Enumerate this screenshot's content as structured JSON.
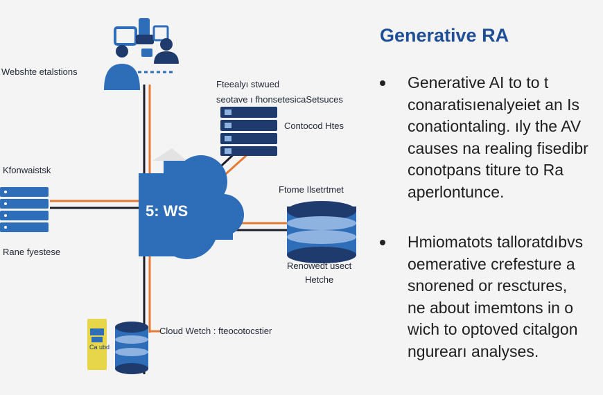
{
  "slide": {
    "title": "Generative RA",
    "bullets": [
      {
        "lines": [
          "Generative  AI  to  to  t",
          "conaratisıenalyeiet  an  Is",
          "conationtaling. ıly the AV",
          "causes na realing fisedibr",
          "conotpans  titure  to  Ra",
          "aperlontunce."
        ]
      },
      {
        "lines": [
          "Hmiomatots talloratdıbvs",
          "oemerative crefesture  a",
          "snorened or resctures,",
          "ne about imemtons in o",
          "wich to optoved citalgon",
          "ngurearı analyses."
        ]
      }
    ]
  },
  "diagram": {
    "center_label": "5: WS",
    "labels": {
      "website": "Webshte etalstions",
      "top_right_1": "Fteealyı stwued",
      "top_right_2": "seotave ı fhonsetesicaSetsuces",
      "contoc": "Contocod Htes",
      "kfon": "Kfonwaistsk",
      "rane": "Rane fyestese",
      "ftome": "Ftome Ilsetrtmet",
      "reneow_1": "Renowedt usect",
      "reneow_2": "Hetche",
      "cloudwatch": "Cloud Wetch : fteocotocstier",
      "badge": "Ca ubd"
    },
    "colors": {
      "accent_blue": "#2e6db8",
      "dark_navy": "#1f3b6e",
      "orange": "#e27a35",
      "line_dark": "#1c1c2a",
      "title_blue": "#1f4f96"
    }
  }
}
